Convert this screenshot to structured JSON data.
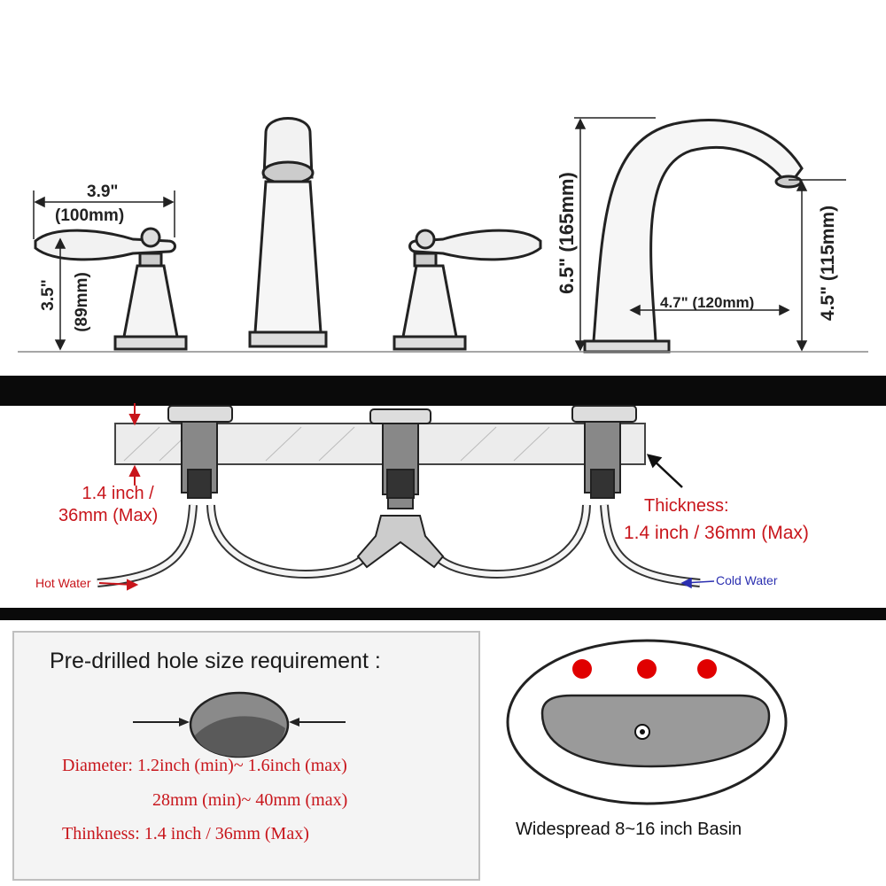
{
  "top_section": {
    "handle_width": "3.9\"",
    "handle_width_mm": "(100mm)",
    "handle_height": "3.5\"",
    "handle_height_mm": "(89mm)",
    "spout_height": "6.5\" (165mm)",
    "spout_reach": "4.7\" (120mm)",
    "spout_outlet_height": "4.5\" (115mm)"
  },
  "middle_section": {
    "deck_thickness_left_line1": "1.4 inch /",
    "deck_thickness_left_line2": "36mm (Max)",
    "thickness_label": "Thickness:",
    "thickness_value": "1.4 inch / 36mm (Max)",
    "hot_water": "Hot Water",
    "cold_water": "Cold Water"
  },
  "bottom_section": {
    "title": "Pre-drilled hole size requirement :",
    "diameter_label": "Diameter:",
    "diameter_inch": "1.2inch (min)~ 1.6inch (max)",
    "diameter_mm": "28mm (min)~ 40mm (max)",
    "thickness_label": "Thinkness:",
    "thickness_value": "1.4 inch / 36mm (Max)",
    "basin_caption": "Widespread 8~16 inch Basin"
  },
  "colors": {
    "red": "#c8151b",
    "blue": "#2b2fb0",
    "band": "#0a0a0a",
    "panel": "#f4f4f4"
  }
}
